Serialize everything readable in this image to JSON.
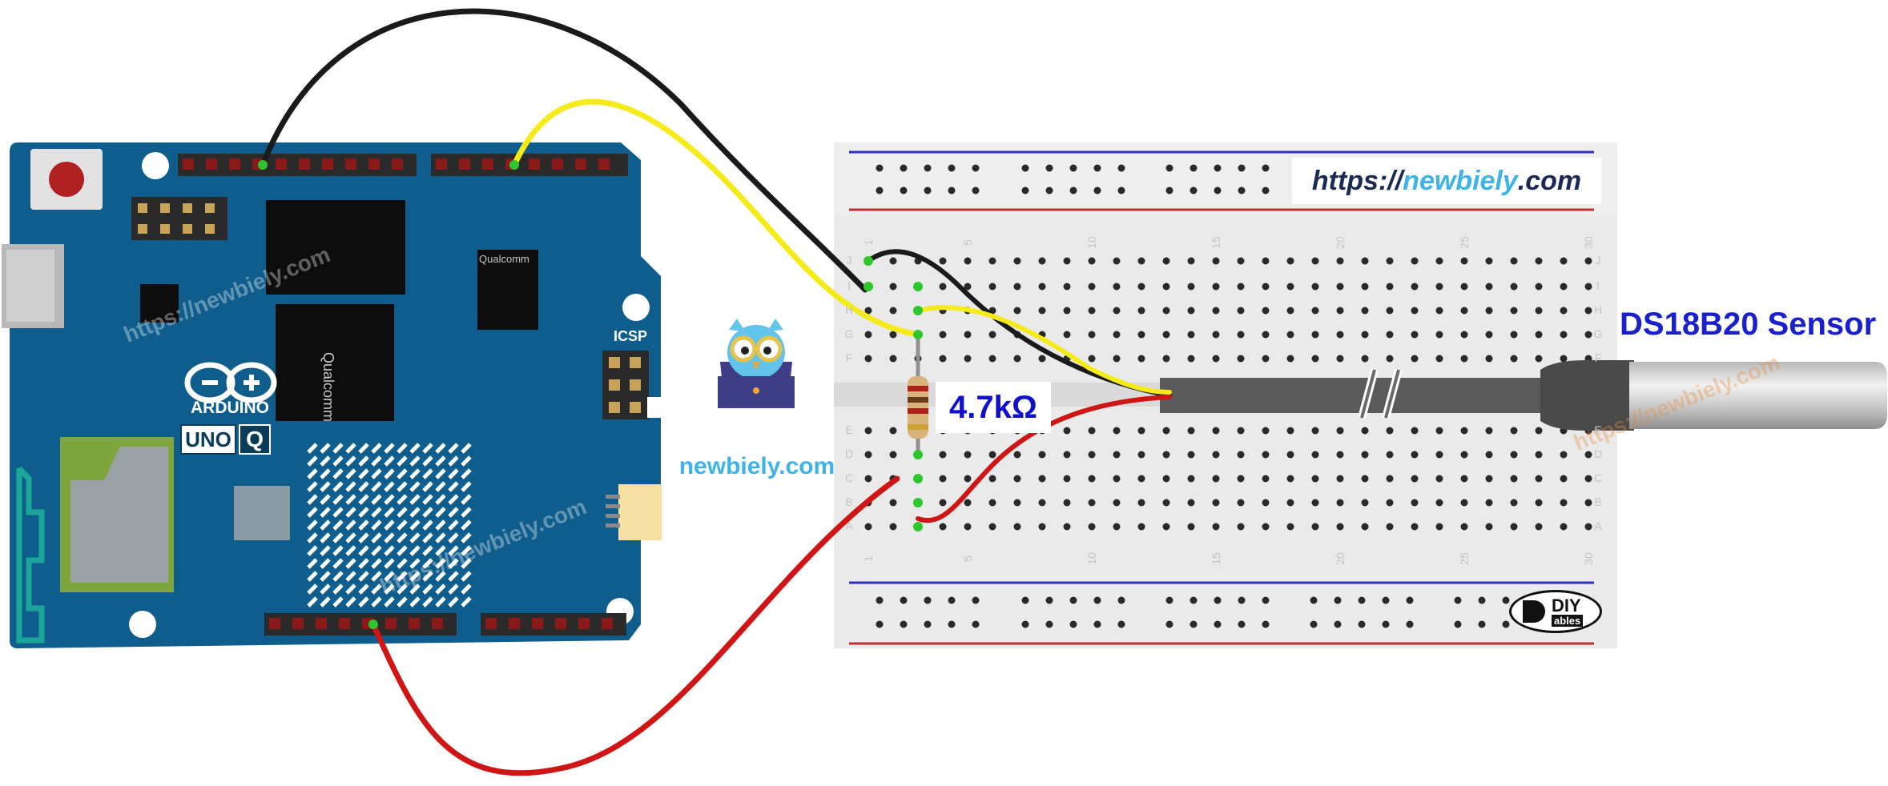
{
  "url": {
    "prefix": "https://",
    "domain": "newbiely",
    "suffix": ".com",
    "colors": {
      "prefix": "#1a2a55",
      "domain": "#3fb3e6",
      "suffix": "#1a2a55"
    }
  },
  "resistor": {
    "label": "4.7kΩ",
    "color": "#1010cc"
  },
  "sensor": {
    "label": "DS18B20 Sensor",
    "color": "#1a20cc"
  },
  "brand": {
    "text": "newbiely.com",
    "color": "#3fb3e6"
  },
  "board": {
    "brand": "ARDUINO",
    "model": "UNO",
    "model_badge": "Q",
    "icsp": "ICSP",
    "chip_maker": "Qualcomm",
    "color": "#0e5d8c"
  },
  "breadboard": {
    "row_letters_left": [
      "J",
      "I",
      "H",
      "G",
      "F",
      "E",
      "D",
      "C",
      "B",
      "A"
    ],
    "row_letters_right": [
      "J",
      "I",
      "H",
      "G",
      "F",
      "E",
      "D",
      "C",
      "B",
      "A"
    ],
    "column_numbers": [
      "1",
      "5",
      "10",
      "15",
      "20",
      "25",
      "30"
    ]
  },
  "logo": {
    "line1": "DIY",
    "line2": "ables"
  },
  "watermark": "https://newbiely.com",
  "wires": {
    "black": "#1a1a1a",
    "yellow": "#f5ea1a",
    "red": "#d01515"
  }
}
